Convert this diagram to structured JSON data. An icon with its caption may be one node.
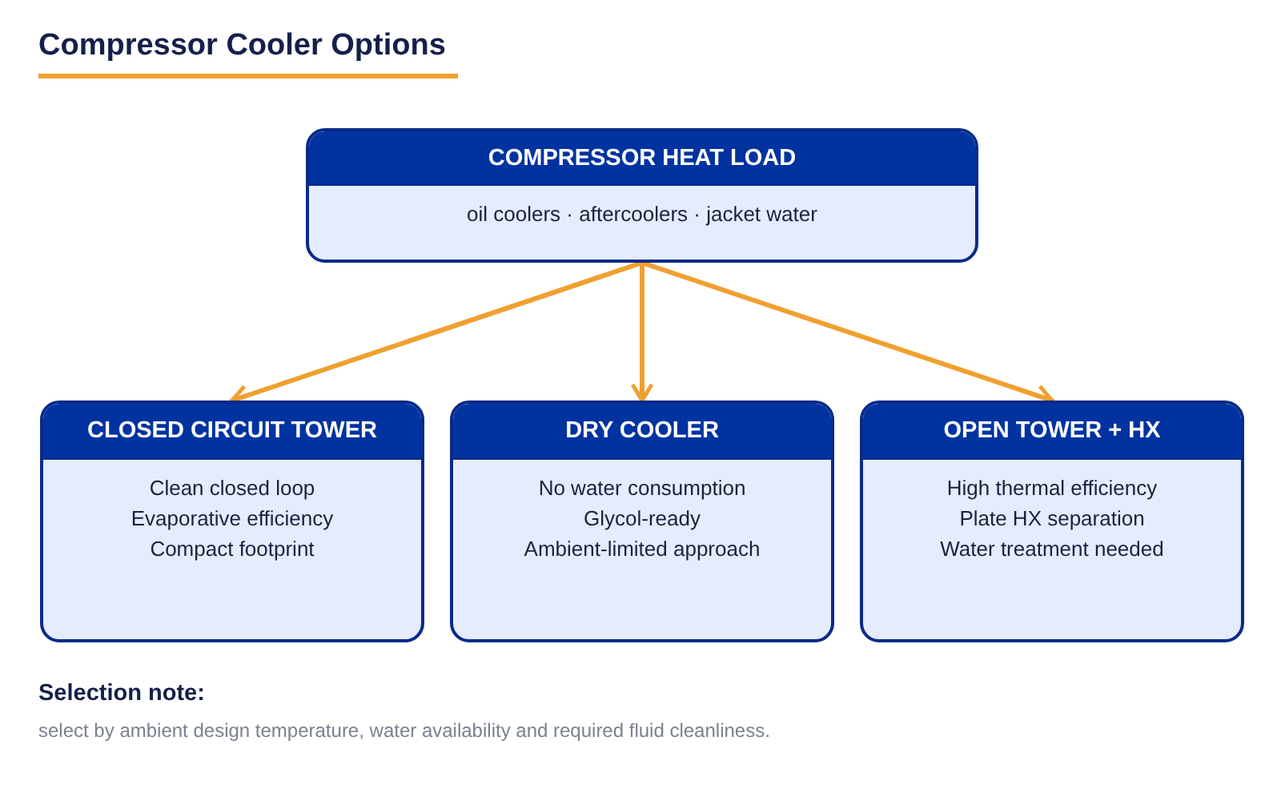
{
  "diagram": {
    "title": "Compressor Cooler Options",
    "nodes": [
      {
        "text": [
          "COMPRESSOR HEAT LOAD",
          "oil coolers · aftercoolers · jacket water"
        ]
      },
      {
        "text": [
          "CLOSED CIRCUIT TOWER",
          "Clean closed loop",
          "Evaporative efficiency",
          "Compact footprint"
        ]
      },
      {
        "text": [
          "DRY COOLER",
          "No water consumption",
          "Glycol-ready",
          "Ambient-limited approach"
        ]
      },
      {
        "text": [
          "OPEN TOWER + HX",
          "High thermal efficiency",
          "Plate HX separation",
          "Water treatment needed"
        ]
      }
    ],
    "edges": [
      {
        "from": 0,
        "to": 1,
        "arrow": "to"
      },
      {
        "from": 0,
        "to": 2,
        "arrow": "to"
      },
      {
        "from": 0,
        "to": 3,
        "arrow": "to"
      }
    ],
    "labels": [
      "Selection note:",
      "select by ambient design temperature, water availability and required fluid cleanliness."
    ]
  }
}
